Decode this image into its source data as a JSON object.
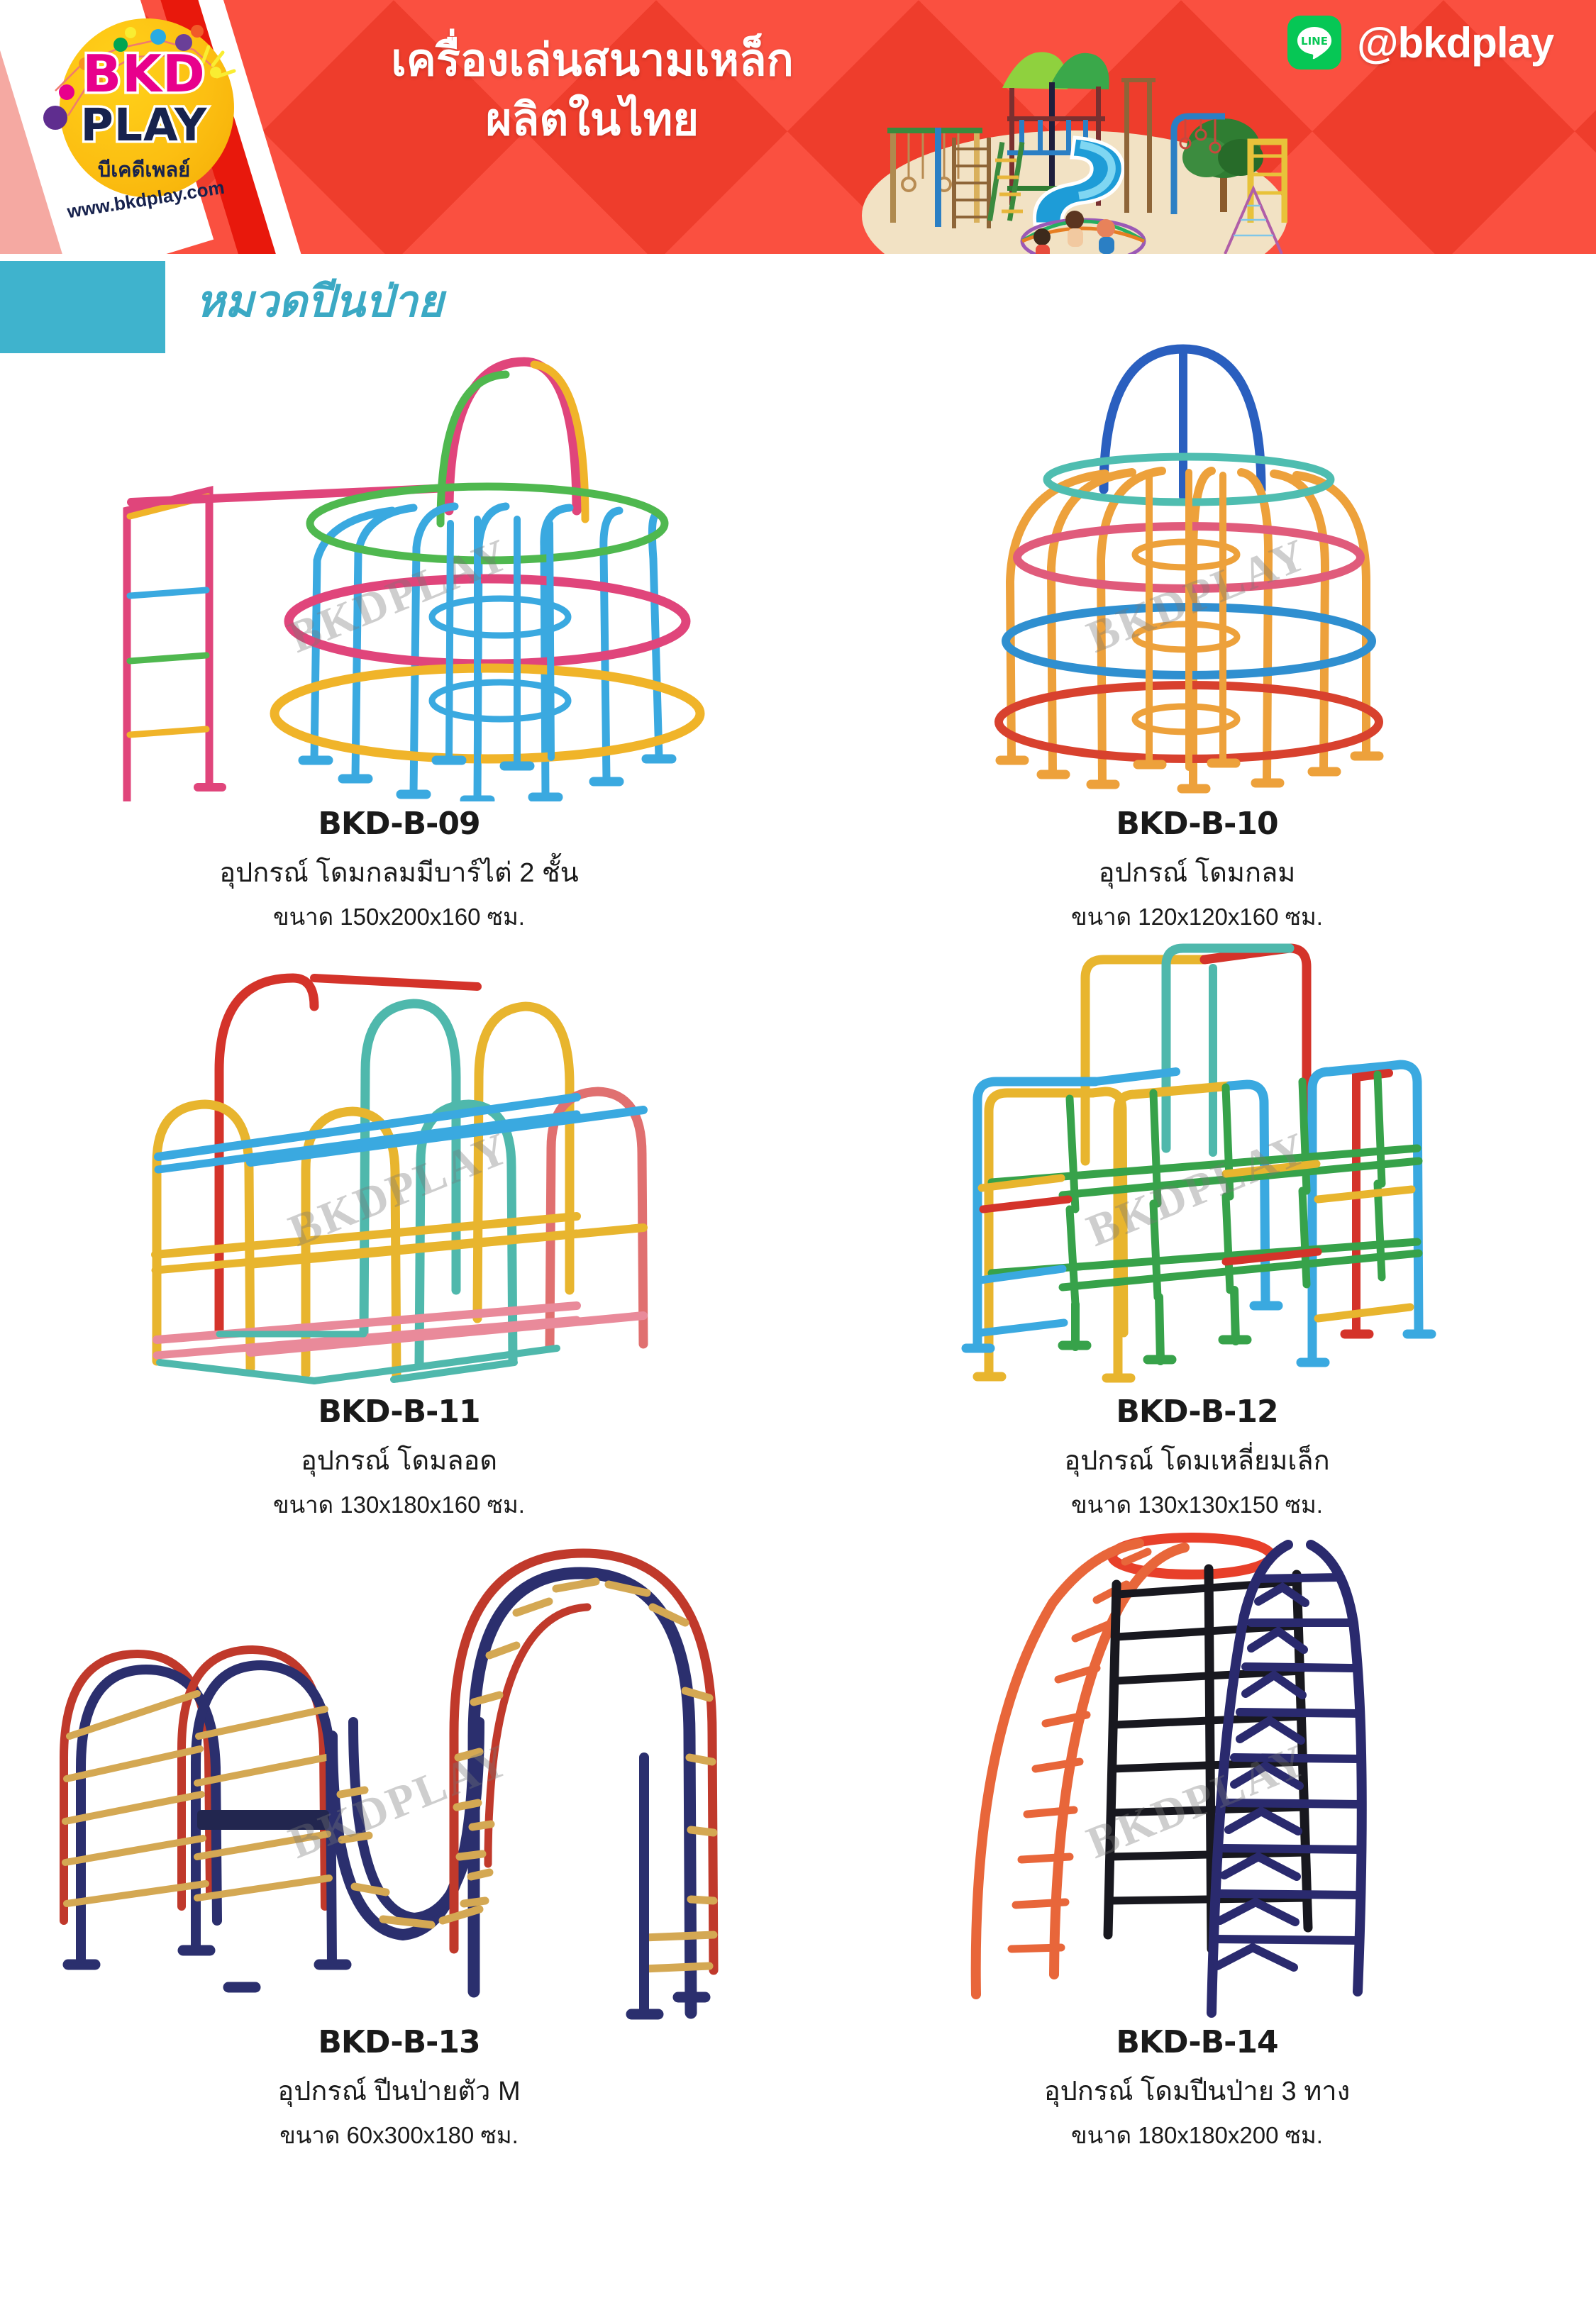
{
  "header": {
    "brand": {
      "line1": "BKD",
      "line2": "PLAY",
      "thai": "บีเคดีเพลย์",
      "url": "www.bkdplay.com"
    },
    "title_line1": "เครื่องเล่นสนามเหล็ก",
    "title_line2": "ผลิตในไทย",
    "line_icon_label": "LINE",
    "line_handle": "@bkdplay",
    "bg_color": "#f9402e",
    "line_green": "#06c755"
  },
  "category": {
    "label": "หมวดปีนป่าย",
    "accent_color": "#3fb3cd"
  },
  "watermark": "BKDPLAY",
  "products": [
    {
      "code": "BKD-B-09",
      "name": "อุปกรณ์ โดมกลมมีบาร์ไต่ 2 ชั้น",
      "size": "ขนาด 150x200x160 ซม."
    },
    {
      "code": "BKD-B-10",
      "name": "อุปกรณ์ โดมกลม",
      "size": "ขนาด 120x120x160 ซม."
    },
    {
      "code": "BKD-B-11",
      "name": "อุปกรณ์ โดมลอด",
      "size": "ขนาด 130x180x160 ซม."
    },
    {
      "code": "BKD-B-12",
      "name": "อุปกรณ์ โดมเหลี่ยมเล็ก",
      "size": "ขนาด 130x130x150 ซม."
    },
    {
      "code": "BKD-B-13",
      "name": "อุปกรณ์ ปีนป่ายตัว M",
      "size": "ขนาด 60x300x180 ซม."
    },
    {
      "code": "BKD-B-14",
      "name": "อุปกรณ์ โดมปีนป่าย 3 ทาง",
      "size": "ขนาด 180x180x200 ซม."
    }
  ]
}
